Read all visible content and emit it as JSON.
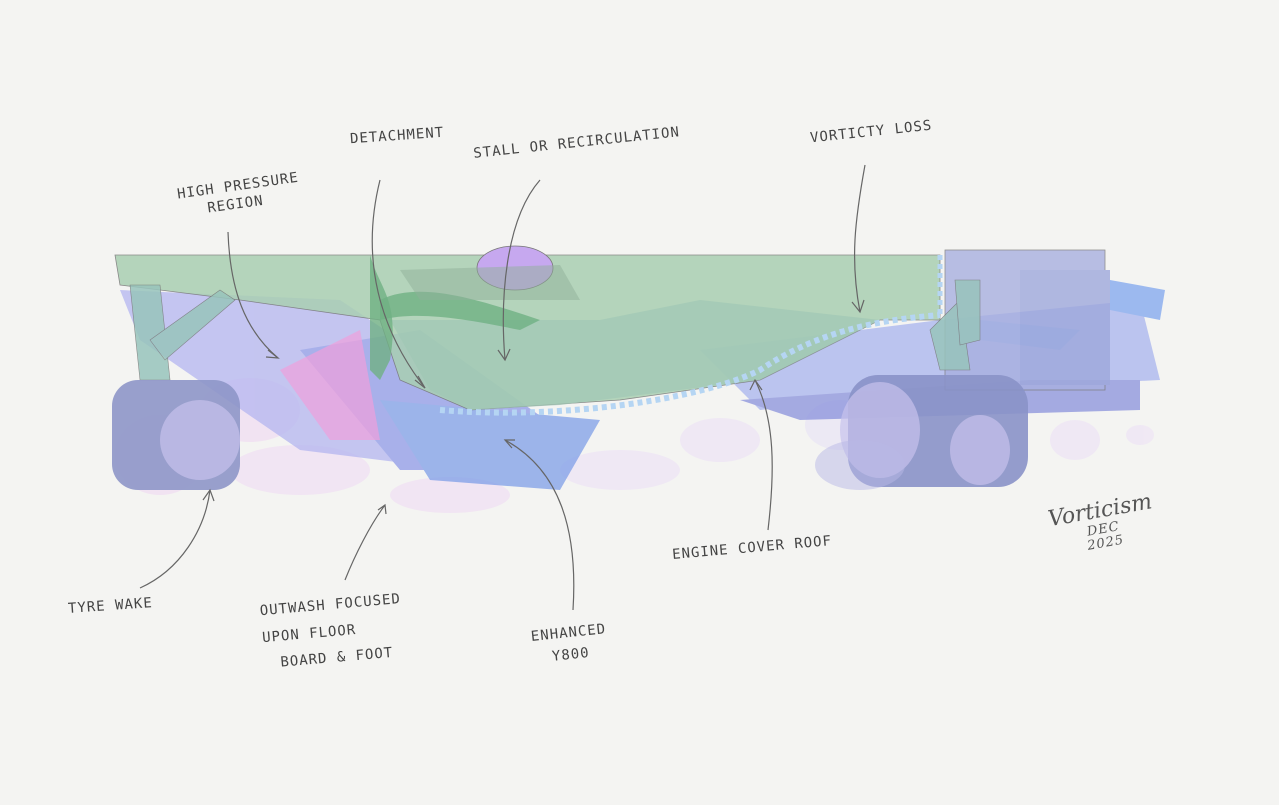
{
  "annotations": {
    "high_pressure": [
      "HIGH PRESSURE",
      "REGION"
    ],
    "detachment": "DETACHMENT",
    "stall": "STALL OR RECIRCULATION",
    "vorticity_loss": "VORTICTY LOSS",
    "tyre_wake": "TYRE WAKE",
    "outwash": [
      "OUTWASH FOCUSED",
      "UPON FLOOR",
      "BOARD & FOOT"
    ],
    "enhanced": [
      "ENHANCED",
      "Y800"
    ],
    "engine_cover": "ENGINE COVER ROOF"
  },
  "signature": {
    "name": "Vorticism",
    "date": [
      "DEC",
      "2025"
    ]
  },
  "colors": {
    "green_body": "#a9cfb2",
    "blue_flow": "#7f9fe8",
    "lavender": "#b9b3e8",
    "pink": "#f0a0dc",
    "pencil": "#555555"
  }
}
